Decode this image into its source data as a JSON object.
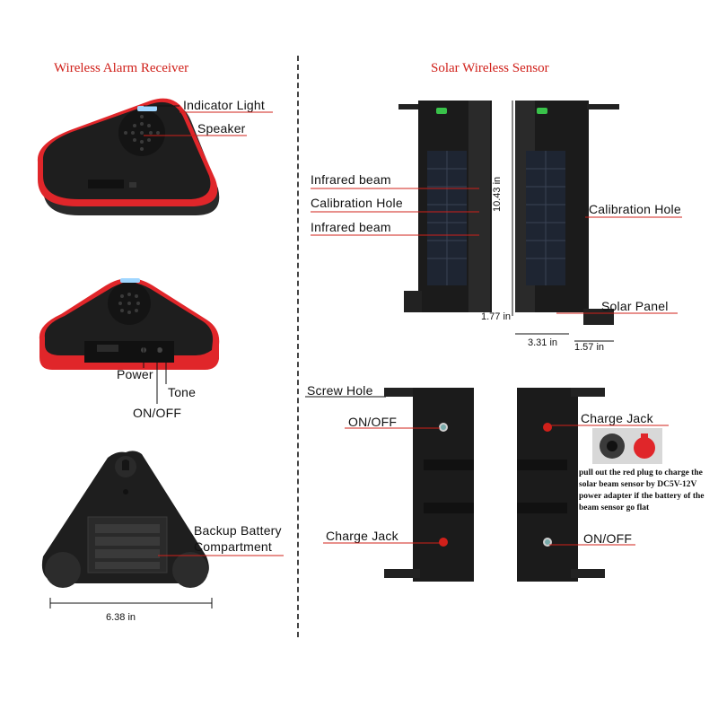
{
  "receiver": {
    "title": "Wireless Alarm Receiver",
    "labels": {
      "indicator_light": "Indicator Light",
      "speaker": "Speaker",
      "power": "Power",
      "tone": "Tone",
      "on_off": "ON/OFF",
      "battery_line1": "Backup Battery",
      "battery_line2": "Compartment"
    },
    "width_dim": "6.38 in"
  },
  "sensor": {
    "title": "Solar Wireless Sensor",
    "labels": {
      "infrared_beam_1": "Infrared beam",
      "calibration_hole_left": "Calibration Hole",
      "infrared_beam_2": "Infrared beam",
      "calibration_hole_right": "Calibration Hole",
      "solar_panel": "Solar  Panel",
      "screw_hole": "Screw Hole",
      "on_off_left": "ON/OFF",
      "charge_jack_left": "Charge Jack",
      "charge_jack_right": "Charge Jack",
      "on_off_right": "ON/OFF"
    },
    "dims": {
      "height": "10.43 in",
      "depth": "1.77 in",
      "width": "3.31 in",
      "bracket": "1.57 in"
    },
    "note": "pull out the red plug to charge the solar beam sensor by DC5V-12V power adapter if the battery of the beam sensor go flat"
  },
  "colors": {
    "accent_red": "#d0201a",
    "device_black": "#1a1a1a",
    "rim_red": "#e0262a"
  }
}
